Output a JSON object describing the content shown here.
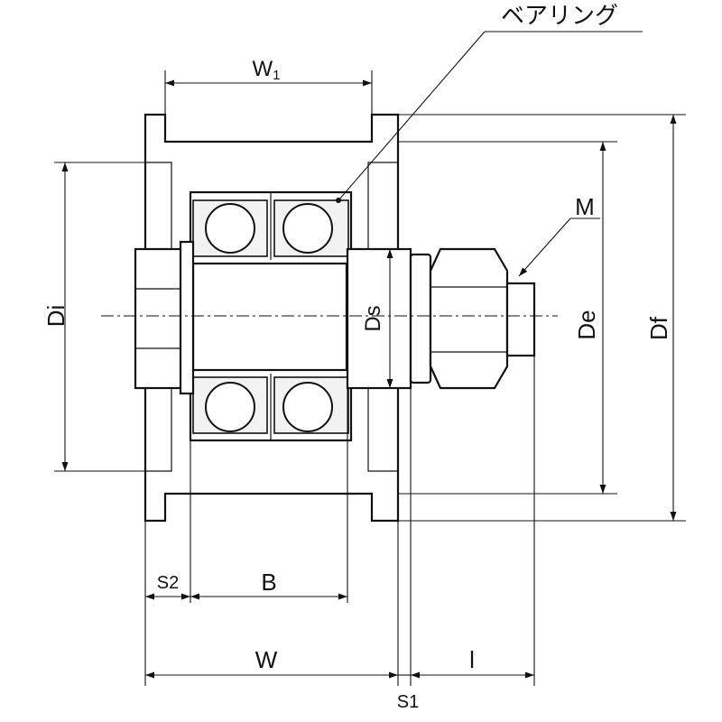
{
  "callouts": {
    "bearing": "ベアリング",
    "thread": "M"
  },
  "dimensions": {
    "w1": "W",
    "w1_sub": "1",
    "di": "Di",
    "ds": "Ds",
    "de": "De",
    "df": "Df",
    "s2": "S2",
    "b": "B",
    "w": "W",
    "l": "l",
    "s1": "S1"
  }
}
